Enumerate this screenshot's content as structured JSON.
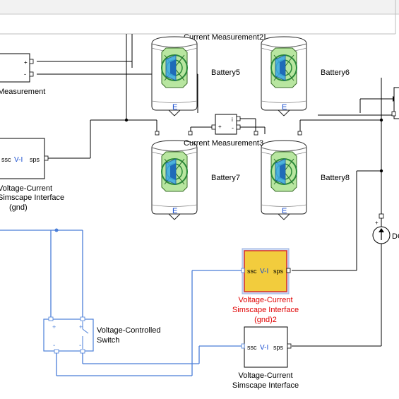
{
  "blocks": {
    "vmeas": {
      "label": "Measurement",
      "port_plus": "+",
      "port_minus": "-"
    },
    "cmeas_top": {
      "label": "Current Measurement2"
    },
    "cmeas_mid": {
      "label": "Current Measurement3",
      "port_plus": "+",
      "port_i": "i",
      "port_minus": "-"
    },
    "batt5": {
      "label": "Battery5",
      "glyph": "E"
    },
    "batt6": {
      "label": "Battery6",
      "glyph": "E"
    },
    "batt7": {
      "label": "Battery7",
      "glyph": "E"
    },
    "batt8": {
      "label": "Battery8",
      "glyph": "E"
    },
    "vi_left": {
      "ssc": "ssc",
      "vi": "V-I",
      "sps": "sps",
      "label_line1": "Voltage-Current",
      "label_line2": "Simscape Interface",
      "label_line3": "(gnd)"
    },
    "vi_selected": {
      "ssc": "ssc",
      "vi": "V-I",
      "sps": "sps",
      "label_line1": "Voltage-Current",
      "label_line2": "Simscape Interface",
      "label_line3": "(gnd)2"
    },
    "vi_bottom": {
      "ssc": "ssc",
      "vi": "V-I",
      "sps": "sps",
      "label_line1": "Voltage-Current",
      "label_line2": "Simscape Interface"
    },
    "switch": {
      "label_line1": "Voltage-Controlled",
      "label_line2": "Switch",
      "port_plus": "+",
      "port_minus": "-"
    },
    "current_source": {
      "label": "DC",
      "plus": "+"
    }
  },
  "colors": {
    "signal": "#000000",
    "physical": "#4a7ed8",
    "selected_fill": "#f2cc3d",
    "selected_border": "#d62b2b",
    "selected_label": "#e00000",
    "battery_green": "#b8e6a0",
    "battery_blue": "#3ba8e8"
  }
}
